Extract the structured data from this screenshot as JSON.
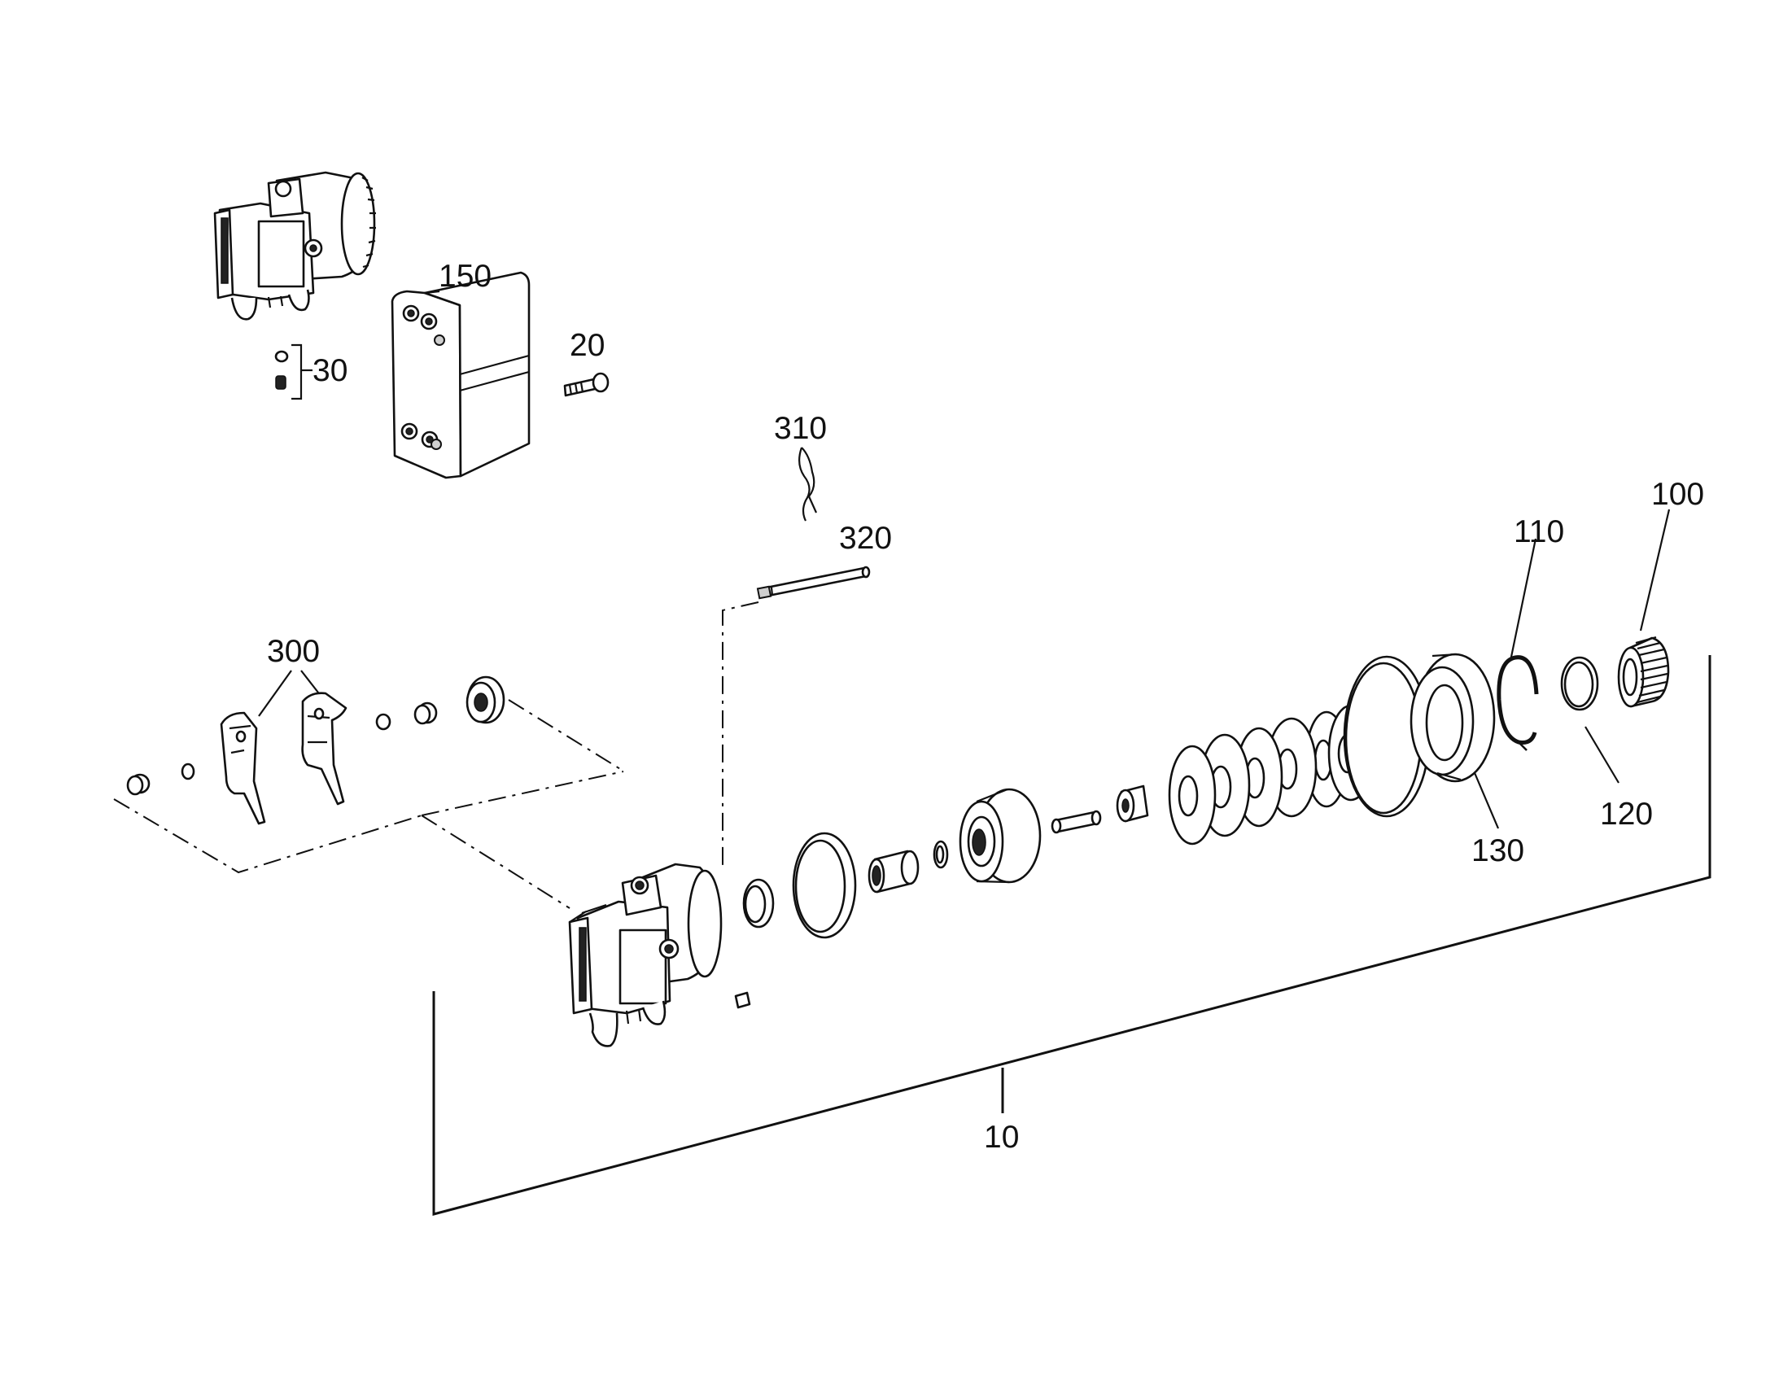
{
  "callouts": {
    "c10": "10",
    "c20": "20",
    "c30": "30",
    "c100": "100",
    "c110": "110",
    "c120": "120",
    "c130": "130",
    "c150": "150",
    "c300": "300",
    "c310": "310",
    "c320": "320"
  },
  "colors": {
    "line": "#111111",
    "background": "#ffffff"
  }
}
